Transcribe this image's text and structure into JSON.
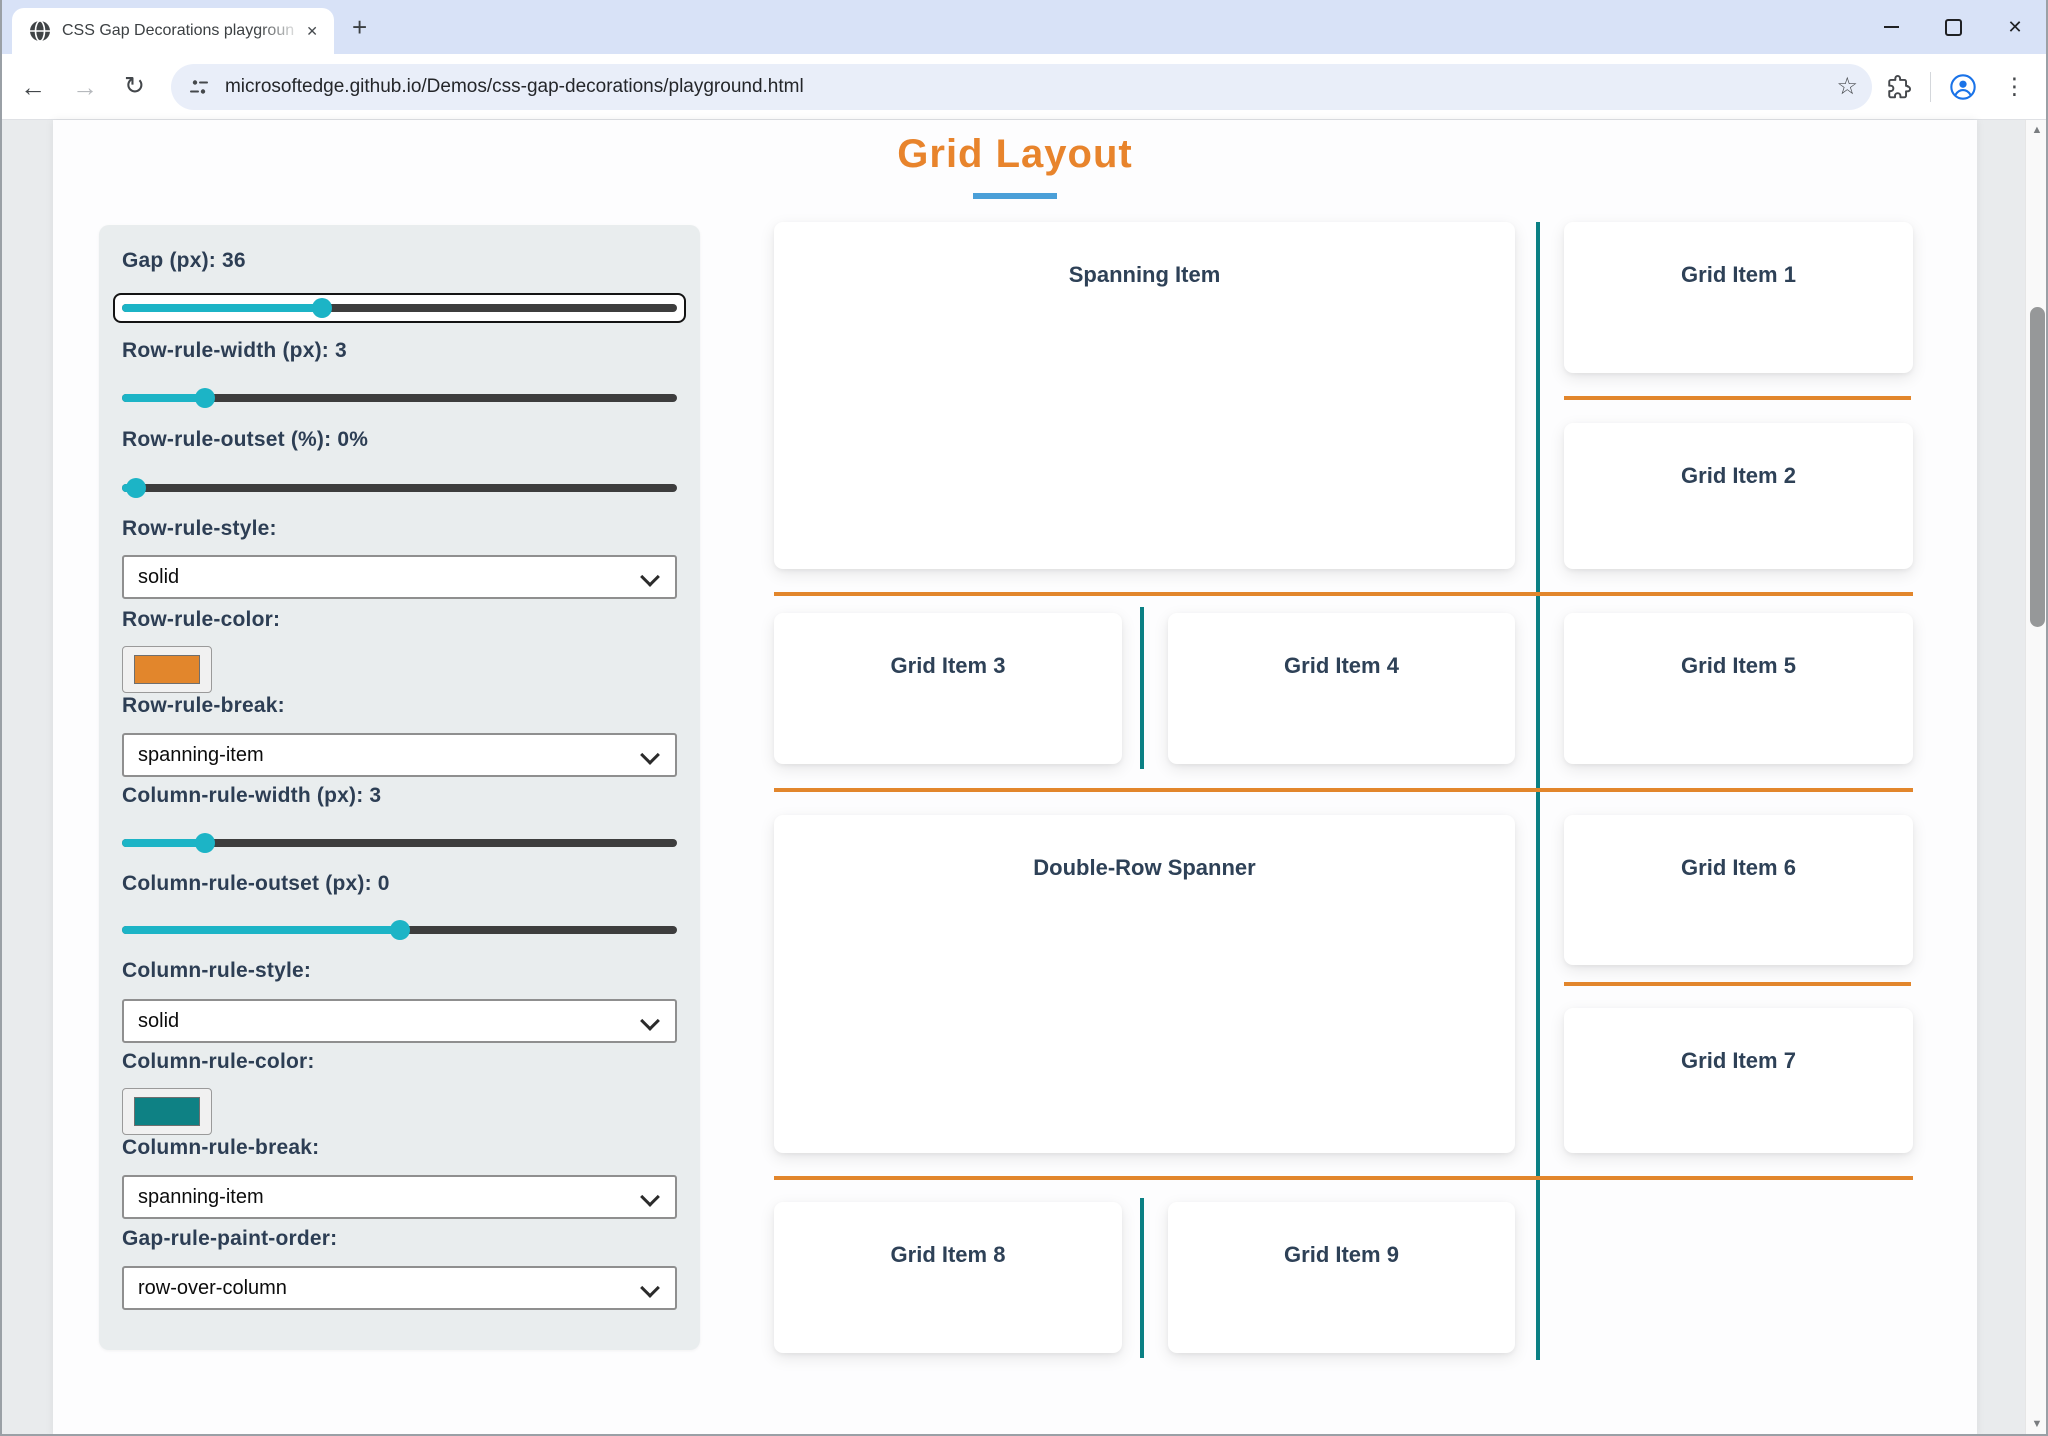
{
  "browser": {
    "tab_title": "CSS Gap Decorations playgroun",
    "url": "microsoftedge.github.io/Demos/css-gap-decorations/playground.html"
  },
  "icons": {
    "back": "←",
    "forward": "→",
    "reload": "↻",
    "bookmark_star": "☆",
    "menu_kebab": "⋮",
    "tab_close": "✕",
    "new_tab": "+",
    "window_close": "✕",
    "scroll_up": "▲",
    "scroll_down": "▼",
    "favicon": "globe-icon",
    "site_info": "tune-icon",
    "extensions": "puzzle-icon",
    "profile": "avatar-icon"
  },
  "page": {
    "title": "Grid Layout"
  },
  "controls": {
    "groups": [
      {
        "id": "gap",
        "type": "slider",
        "label": "Gap (px): 36",
        "value": 36
      },
      {
        "id": "row-rule-width",
        "type": "slider",
        "label": "Row-rule-width (px): 3",
        "value": 3
      },
      {
        "id": "row-rule-outset",
        "type": "slider",
        "label": "Row-rule-outset (%): 0%",
        "value": 0
      },
      {
        "id": "row-rule-style",
        "type": "select",
        "label": "Row-rule-style:",
        "value": "solid"
      },
      {
        "id": "row-rule-color",
        "type": "color",
        "label": "Row-rule-color:",
        "value": "#e2862c"
      },
      {
        "id": "row-rule-break",
        "type": "select",
        "label": "Row-rule-break:",
        "value": "spanning-item"
      },
      {
        "id": "column-rule-width",
        "type": "slider",
        "label": "Column-rule-width (px): 3",
        "value": 3
      },
      {
        "id": "column-rule-outset",
        "type": "slider",
        "label": "Column-rule-outset (px): 0",
        "value": 0
      },
      {
        "id": "column-rule-style",
        "type": "select",
        "label": "Column-rule-style:",
        "value": "solid"
      },
      {
        "id": "column-rule-color",
        "type": "color",
        "label": "Column-rule-color:",
        "value": "#0e8184"
      },
      {
        "id": "column-rule-break",
        "type": "select",
        "label": "Column-rule-break:",
        "value": "spanning-item"
      },
      {
        "id": "gap-rule-paint-order",
        "type": "select",
        "label": "Gap-rule-paint-order:",
        "value": "row-over-column"
      }
    ]
  },
  "grid": {
    "items": [
      "Spanning Item",
      "Grid Item 1",
      "Grid Item 2",
      "Grid Item 3",
      "Grid Item 4",
      "Grid Item 5",
      "Double-Row Spanner",
      "Grid Item 6",
      "Grid Item 7",
      "Grid Item 8",
      "Grid Item 9"
    ]
  },
  "colors": {
    "heading_orange": "#e8842c",
    "title_underline_blue": "#4a9fd8",
    "row_rule_orange": "#e2862c",
    "column_rule_teal": "#0b8084",
    "slider_fill_teal": "#1cb4c6",
    "slider_track": "#3d3d3d",
    "label_navy": "#2d3e54",
    "panel_background": "#e9edee"
  }
}
